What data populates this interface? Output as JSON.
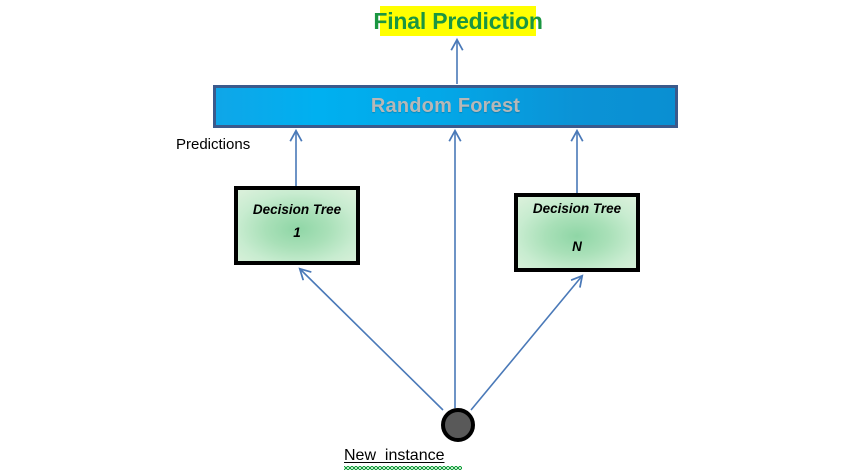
{
  "diagram": {
    "title_text": "Final Prediction",
    "ensemble": {
      "label": "Random Forest",
      "fill_start_color": "#0fa6e8",
      "fill_end_color": "#0a8fd2",
      "border_color": "#3b5a8c",
      "text_color": "#b7b7b7"
    },
    "predictions_caption": "Predictions",
    "trees": [
      {
        "title": "Decision Tree",
        "index": "1"
      },
      {
        "title": "Decision Tree",
        "index": "N"
      }
    ],
    "instance_caption": "New_instance",
    "colors": {
      "highlight": "#ffff00",
      "title_text": "#1a9641",
      "tree_fill": "#a9e0b8",
      "tree_border": "#000000",
      "node_fill": "#595959",
      "node_border": "#000000",
      "connector": "#4a79b8",
      "spellcheck_underline": "#14a03c"
    }
  }
}
